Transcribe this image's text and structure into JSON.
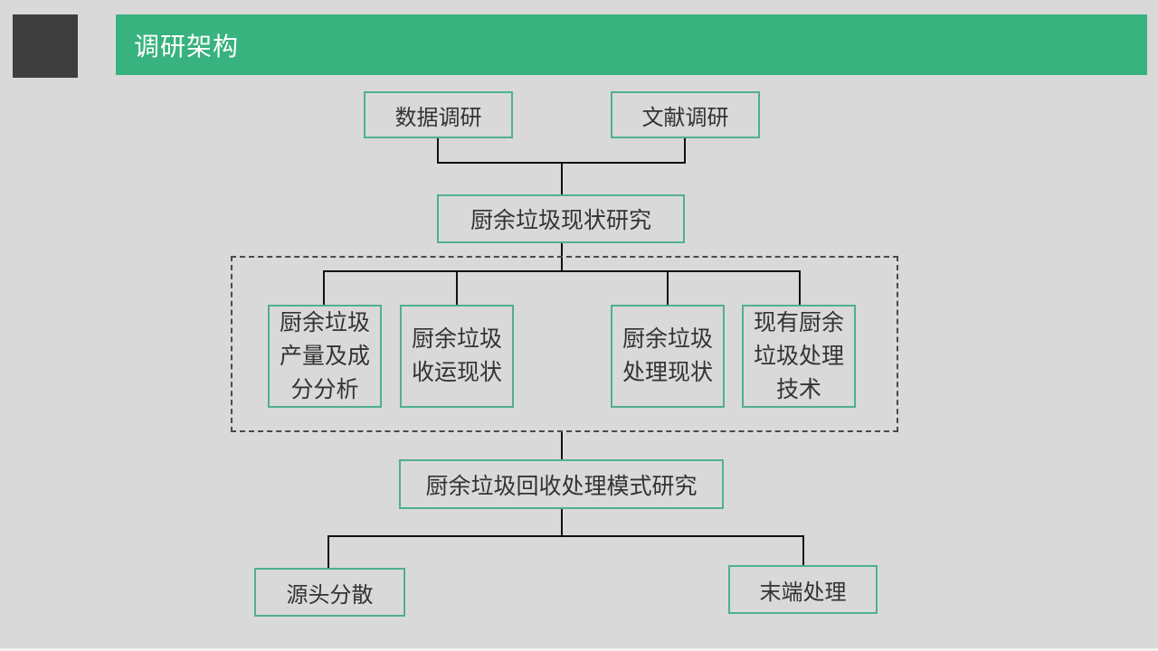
{
  "slide": {
    "header": {
      "title": "调研架构"
    },
    "diagram": {
      "top_boxes": [
        {
          "label": "数据调研"
        },
        {
          "label": "文献调研"
        }
      ],
      "status_box": {
        "label": "厨余垃圾现状研究"
      },
      "sub_boxes": [
        {
          "label": "厨余垃圾\n产量及成\n分分析"
        },
        {
          "label": "厨余垃圾\n收运现状"
        },
        {
          "label": "厨余垃圾\n处理现状"
        },
        {
          "label": "现有厨余\n垃圾处理\n技术"
        }
      ],
      "model_box": {
        "label": "厨余垃圾回收处理模式研究"
      },
      "bottom_boxes": [
        {
          "label": "源头分散"
        },
        {
          "label": "末端处理"
        }
      ]
    },
    "colors": {
      "background": "#d9d9d9",
      "accent_green": "#38b27e",
      "box_border_green": "#4fb08d",
      "dark_square": "#3e3e3e",
      "connector": "#111111",
      "text": "#333333",
      "title_text": "#ffffff"
    }
  }
}
